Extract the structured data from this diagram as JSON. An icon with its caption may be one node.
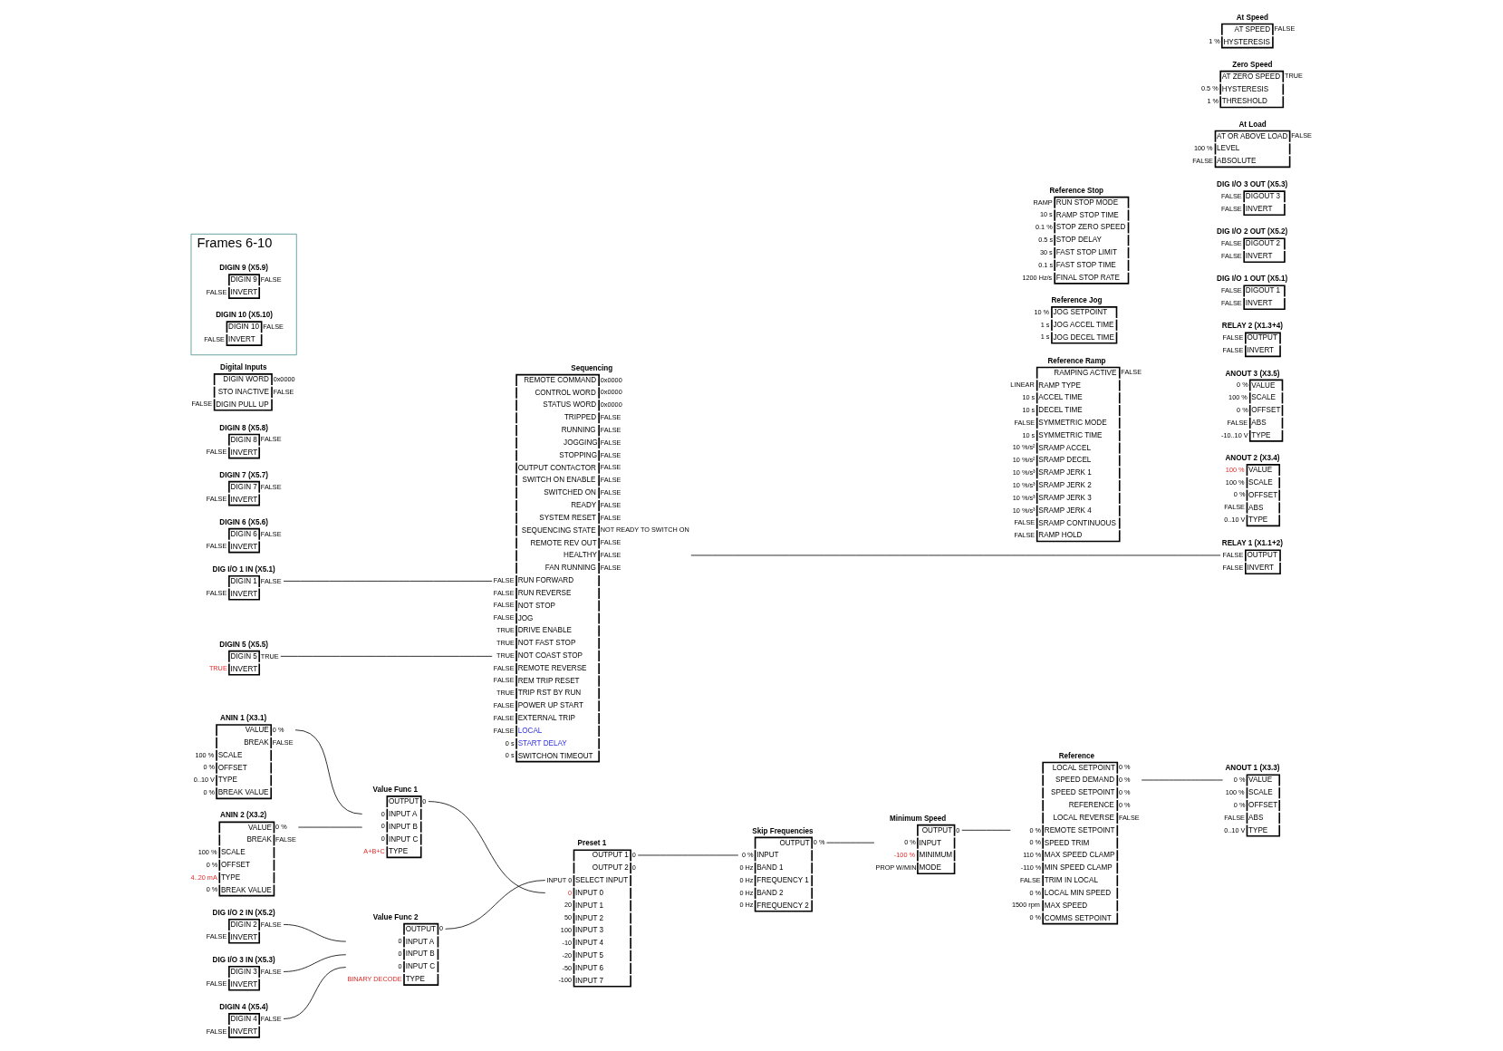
{
  "diagram": {
    "nodes": [
      {
        "text": [
          "ANIN 1 (X3.1)",
          "VALUE",
          "0 %",
          "BREAK",
          "FALSE",
          "100 %",
          "SCALE",
          "0 %",
          "OFFSET",
          "0..10 V",
          "TYPE",
          "0 %",
          "BREAK VALUE"
        ]
      },
      {
        "text": [
          "ANIN 2 (X3.2)",
          "VALUE",
          "0 %",
          "BREAK",
          "FALSE",
          "100 %",
          "SCALE",
          "0 %",
          "OFFSET",
          "4..20 mA",
          "TYPE",
          "0 %",
          "BREAK VALUE"
        ]
      },
      {
        "text": [
          "Value Func 1",
          "OUTPUT",
          "0",
          "0",
          "INPUT A",
          "0",
          "INPUT B",
          "0",
          "INPUT C",
          "A+B+C",
          "TYPE"
        ]
      },
      {
        "text": [
          "Value Func 2",
          "OUTPUT",
          "0",
          "0",
          "INPUT A",
          "0",
          "INPUT B",
          "0",
          "INPUT C",
          "BINARY DECODE",
          "TYPE"
        ]
      },
      {
        "text": [
          "DIG I/O 1 IN (X5.1)",
          "DIGIN 1",
          "FALSE",
          "FALSE",
          "INVERT"
        ]
      },
      {
        "text": [
          "DIG I/O 2 IN (X5.2)",
          "DIGIN 2",
          "FALSE",
          "FALSE",
          "INVERT"
        ]
      },
      {
        "text": [
          "DIG I/O 3 IN (X5.3)",
          "DIGIN 3",
          "FALSE",
          "FALSE",
          "INVERT"
        ]
      },
      {
        "text": [
          "DIGIN 4 (X5.4)",
          "DIGIN 4",
          "FALSE",
          "FALSE",
          "INVERT"
        ]
      },
      {
        "text": [
          "DIGIN 5 (X5.5)",
          "DIGIN 5",
          "TRUE",
          "TRUE",
          "INVERT"
        ]
      },
      {
        "text": [
          "DIGIN 6 (X5.6)",
          "DIGIN 6",
          "FALSE",
          "FALSE",
          "INVERT"
        ]
      },
      {
        "text": [
          "DIGIN 7 (X5.7)",
          "DIGIN 7",
          "FALSE",
          "FALSE",
          "INVERT"
        ]
      },
      {
        "text": [
          "DIGIN 8 (X5.8)",
          "DIGIN 8",
          "FALSE",
          "FALSE",
          "INVERT"
        ]
      },
      {
        "text": [
          "Digital Inputs",
          "DIGIN WORD",
          "0x0000",
          "STO INACTIVE",
          "FALSE",
          "FALSE",
          "DIGIN PULL UP"
        ]
      },
      {
        "text": [
          "Frames 6-10"
        ]
      },
      {
        "text": [
          "DIGIN 9 (X5.9)",
          "DIGIN 9",
          "FALSE",
          "FALSE",
          "INVERT"
        ],
        "in": 13
      },
      {
        "text": [
          "DIGIN 10 (X5.10)",
          "DIGIN 10",
          "FALSE",
          "FALSE",
          "INVERT"
        ],
        "in": 13
      },
      {
        "text": [
          "Preset 1",
          "OUTPUT 1",
          "0",
          "OUTPUT 2",
          "0",
          "INPUT 0",
          "SELECT INPUT",
          "0",
          "INPUT 0",
          "20",
          "INPUT 1",
          "50",
          "INPUT 2",
          "100",
          "INPUT 3",
          "-10",
          "INPUT 4",
          "-20",
          "INPUT 5",
          "-50",
          "INPUT 6",
          "-100",
          "INPUT 7"
        ]
      },
      {
        "text": [
          "Skip Frequencies",
          "OUTPUT",
          "0 %",
          "0 %",
          "INPUT",
          "0 Hz",
          "BAND 1",
          "0 Hz",
          "FREQUENCY 1",
          "0 Hz",
          "BAND 2",
          "0 Hz",
          "FREQUENCY 2"
        ]
      },
      {
        "text": [
          "Minimum Speed",
          "OUTPUT",
          "0",
          "0 %",
          "INPUT",
          "-100 %",
          "MINIMUM",
          "PROP W/MIN",
          "MODE"
        ]
      },
      {
        "text": [
          "Sequencing",
          "REMOTE COMMAND",
          "0x0000",
          "CONTROL WORD",
          "0x0000",
          "STATUS WORD",
          "0x0000",
          "TRIPPED",
          "FALSE",
          "RUNNING",
          "FALSE",
          "JOGGING",
          "FALSE",
          "STOPPING",
          "FALSE",
          "OUTPUT CONTACTOR",
          "FALSE",
          "SWITCH ON ENABLE",
          "FALSE",
          "SWITCHED ON",
          "FALSE",
          "READY",
          "FALSE",
          "SYSTEM RESET",
          "FALSE",
          "SEQUENCING STATE",
          "NOT READY TO SWITCH ON",
          "REMOTE REV OUT",
          "FALSE",
          "HEALTHY",
          "FALSE",
          "FAN RUNNING",
          "FALSE",
          "FALSE",
          "RUN FORWARD",
          "FALSE",
          "RUN REVERSE",
          "FALSE",
          "NOT STOP",
          "FALSE",
          "JOG",
          "TRUE",
          "DRIVE ENABLE",
          "TRUE",
          "NOT FAST STOP",
          "TRUE",
          "NOT COAST STOP",
          "FALSE",
          "REMOTE REVERSE",
          "FALSE",
          "REM TRIP RESET",
          "TRUE",
          "TRIP RST BY RUN",
          "FALSE",
          "POWER UP START",
          "FALSE",
          "EXTERNAL TRIP",
          "FALSE",
          "LOCAL",
          "0 s",
          "START DELAY",
          "0 s",
          "SWITCHON TIMEOUT"
        ]
      },
      {
        "text": [
          "Reference",
          "LOCAL SETPOINT",
          "0 %",
          "SPEED DEMAND",
          "0 %",
          "SPEED SETPOINT",
          "0 %",
          "REFERENCE",
          "0 %",
          "LOCAL REVERSE",
          "FALSE",
          "0 %",
          "REMOTE SETPOINT",
          "0 %",
          "SPEED TRIM",
          "110 %",
          "MAX SPEED CLAMP",
          "-110 %",
          "MIN SPEED CLAMP",
          "FALSE",
          "TRIM IN LOCAL",
          "0 %",
          "LOCAL MIN SPEED",
          "1500 rpm",
          "MAX SPEED",
          "0 %",
          "COMMS SETPOINT"
        ]
      },
      {
        "text": [
          "Reference Ramp",
          "RAMPING ACTIVE",
          "FALSE",
          "LINEAR",
          "RAMP TYPE",
          "10 s",
          "ACCEL TIME",
          "10 s",
          "DECEL TIME",
          "FALSE",
          "SYMMETRIC MODE",
          "10 s",
          "SYMMETRIC TIME",
          "10 %/s²",
          "SRAMP ACCEL",
          "10 %/s²",
          "SRAMP DECEL",
          "10 %/s³",
          "SRAMP JERK 1",
          "10 %/s³",
          "SRAMP JERK 2",
          "10 %/s³",
          "SRAMP JERK 3",
          "10 %/s³",
          "SRAMP JERK 4",
          "FALSE",
          "SRAMP CONTINUOUS",
          "FALSE",
          "RAMP HOLD"
        ]
      },
      {
        "text": [
          "Reference Jog",
          "10 %",
          "JOG SETPOINT",
          "1 s",
          "JOG ACCEL TIME",
          "1 s",
          "JOG DECEL TIME"
        ]
      },
      {
        "text": [
          "Reference Stop",
          "RAMP",
          "RUN STOP MODE",
          "10 s",
          "RAMP STOP TIME",
          "0.1 %",
          "STOP ZERO SPEED",
          "0.5 s",
          "STOP DELAY",
          "30 s",
          "FAST STOP LIMIT",
          "0.1 s",
          "FAST STOP TIME",
          "1200 Hz/s",
          "FINAL STOP RATE"
        ]
      },
      {
        "text": [
          "ANOUT 1 (X3.3)",
          "0 %",
          "VALUE",
          "100 %",
          "SCALE",
          "0 %",
          "OFFSET",
          "FALSE",
          "ABS",
          "0..10 V",
          "TYPE"
        ]
      },
      {
        "text": [
          "ANOUT 2 (X3.4)",
          "100 %",
          "VALUE",
          "100 %",
          "SCALE",
          "0 %",
          "OFFSET",
          "FALSE",
          "ABS",
          "0..10 V",
          "TYPE"
        ]
      },
      {
        "text": [
          "ANOUT 3 (X3.5)",
          "0 %",
          "VALUE",
          "100 %",
          "SCALE",
          "0 %",
          "OFFSET",
          "FALSE",
          "ABS",
          "-10..10 V",
          "TYPE"
        ]
      },
      {
        "text": [
          "RELAY 1 (X1.1+2)",
          "FALSE",
          "OUTPUT",
          "FALSE",
          "INVERT"
        ]
      },
      {
        "text": [
          "RELAY 2 (X1.3+4)",
          "FALSE",
          "OUTPUT",
          "FALSE",
          "INVERT"
        ]
      },
      {
        "text": [
          "DIG I/O 1 OUT (X5.1)",
          "FALSE",
          "DIGOUT 1",
          "FALSE",
          "INVERT"
        ]
      },
      {
        "text": [
          "DIG I/O 2 OUT (X5.2)",
          "FALSE",
          "DIGOUT 2",
          "FALSE",
          "INVERT"
        ]
      },
      {
        "text": [
          "DIG I/O 3 OUT (X5.3)",
          "FALSE",
          "DIGOUT 3",
          "FALSE",
          "INVERT"
        ]
      },
      {
        "text": [
          "At Load",
          "AT OR ABOVE LOAD",
          "FALSE",
          "100 %",
          "LEVEL",
          "FALSE",
          "ABSOLUTE"
        ]
      },
      {
        "text": [
          "Zero Speed",
          "AT ZERO SPEED",
          "TRUE",
          "0.5 %",
          "HYSTERESIS",
          "1 %",
          "THRESHOLD"
        ]
      },
      {
        "text": [
          "At Speed",
          "AT SPEED",
          "FALSE",
          "1 %",
          "HYSTERESIS"
        ]
      }
    ],
    "edges": [
      {
        "from": 0,
        "to": 2,
        "arrow": "none"
      },
      {
        "from": 1,
        "to": 2,
        "arrow": "none"
      },
      {
        "from": 2,
        "to": 16,
        "arrow": "none"
      },
      {
        "from": 3,
        "to": 16,
        "arrow": "none"
      },
      {
        "from": 4,
        "to": 19,
        "arrow": "none"
      },
      {
        "from": 5,
        "to": 3,
        "arrow": "none"
      },
      {
        "from": 6,
        "to": 3,
        "arrow": "none"
      },
      {
        "from": 7,
        "to": 3,
        "arrow": "none"
      },
      {
        "from": 8,
        "to": 19,
        "arrow": "none"
      },
      {
        "from": 16,
        "to": 17,
        "arrow": "none"
      },
      {
        "from": 17,
        "to": 18,
        "arrow": "none"
      },
      {
        "from": 18,
        "to": 20,
        "arrow": "none"
      },
      {
        "from": 20,
        "to": 24,
        "arrow": "none"
      },
      {
        "from": 19,
        "to": 27,
        "arrow": "none"
      }
    ]
  }
}
